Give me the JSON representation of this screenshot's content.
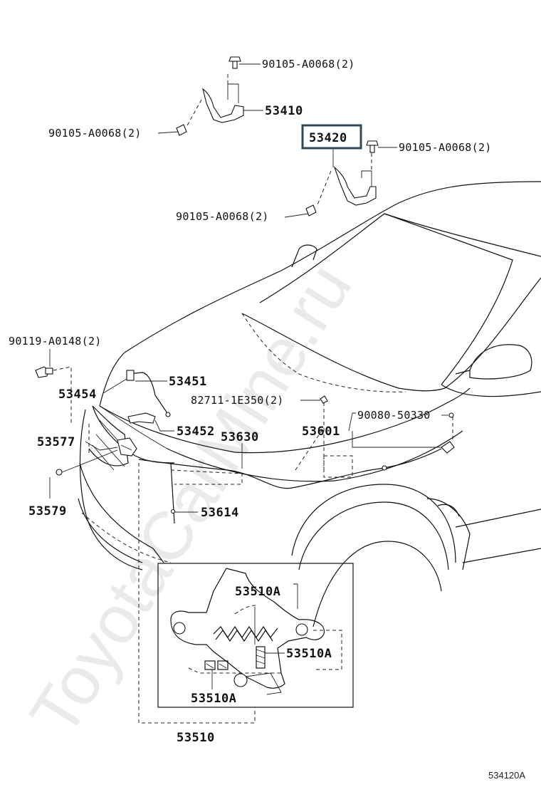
{
  "watermark": "ToyotaCarMine.ru",
  "diagram_id": "534120A",
  "labels": {
    "bolt_top": "90105-A0068(2)",
    "hinge_left": "53410",
    "bolt_left": "90105-A0068(2)",
    "hinge_right": "53420",
    "bolt_right_top": "90105-A0068(2)",
    "bolt_right_bottom": "90105-A0068(2)",
    "clip_left": "90119-A0148(2)",
    "support_rod": "53451",
    "rod_holder": "53454",
    "cushion": "82711-1E350(2)",
    "grommet": "90080-50330",
    "rod_clip": "53452",
    "release_cable": "53630",
    "lever": "53601",
    "lock_cover": "53577",
    "bolt_lock": "53579",
    "lock_bracket": "53614",
    "spring_top": "53510A",
    "spring_right": "53510A",
    "spring_bottom": "53510A",
    "lock_assy": "53510"
  }
}
